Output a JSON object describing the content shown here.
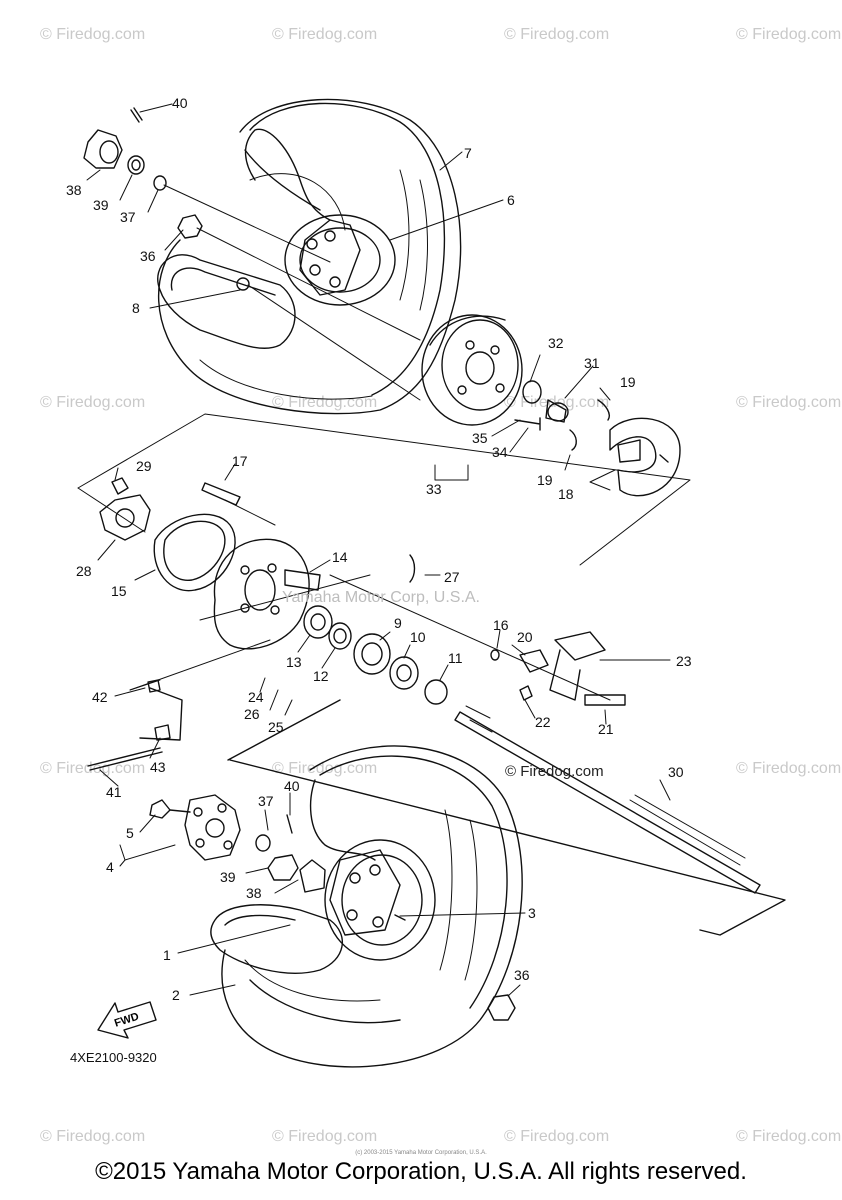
{
  "diagram": {
    "code": "4XE2100-9320",
    "watermark": "© Firedog.com",
    "mid_watermark": "Yamaha Motor Corp, U.S.A.",
    "inline_watermark": "© Firedog.com",
    "fwd": "FWD",
    "tiny_note": "(c) 2003-2015 Yamaha Motor Corporation, U.S.A.",
    "copyright": "©2015 Yamaha Motor Corporation, U.S.A. All rights reserved.",
    "callouts": [
      "40",
      "7",
      "38",
      "39",
      "37",
      "6",
      "36",
      "8",
      "32",
      "31",
      "19",
      "35",
      "34",
      "19",
      "18",
      "33",
      "29",
      "17",
      "28",
      "15",
      "14",
      "27",
      "9",
      "10",
      "16",
      "20",
      "23",
      "13",
      "12",
      "11",
      "24",
      "26",
      "25",
      "42",
      "22",
      "21",
      "43",
      "41",
      "30",
      "37",
      "40",
      "5",
      "4",
      "39",
      "38",
      "3",
      "1",
      "36",
      "2"
    ]
  }
}
